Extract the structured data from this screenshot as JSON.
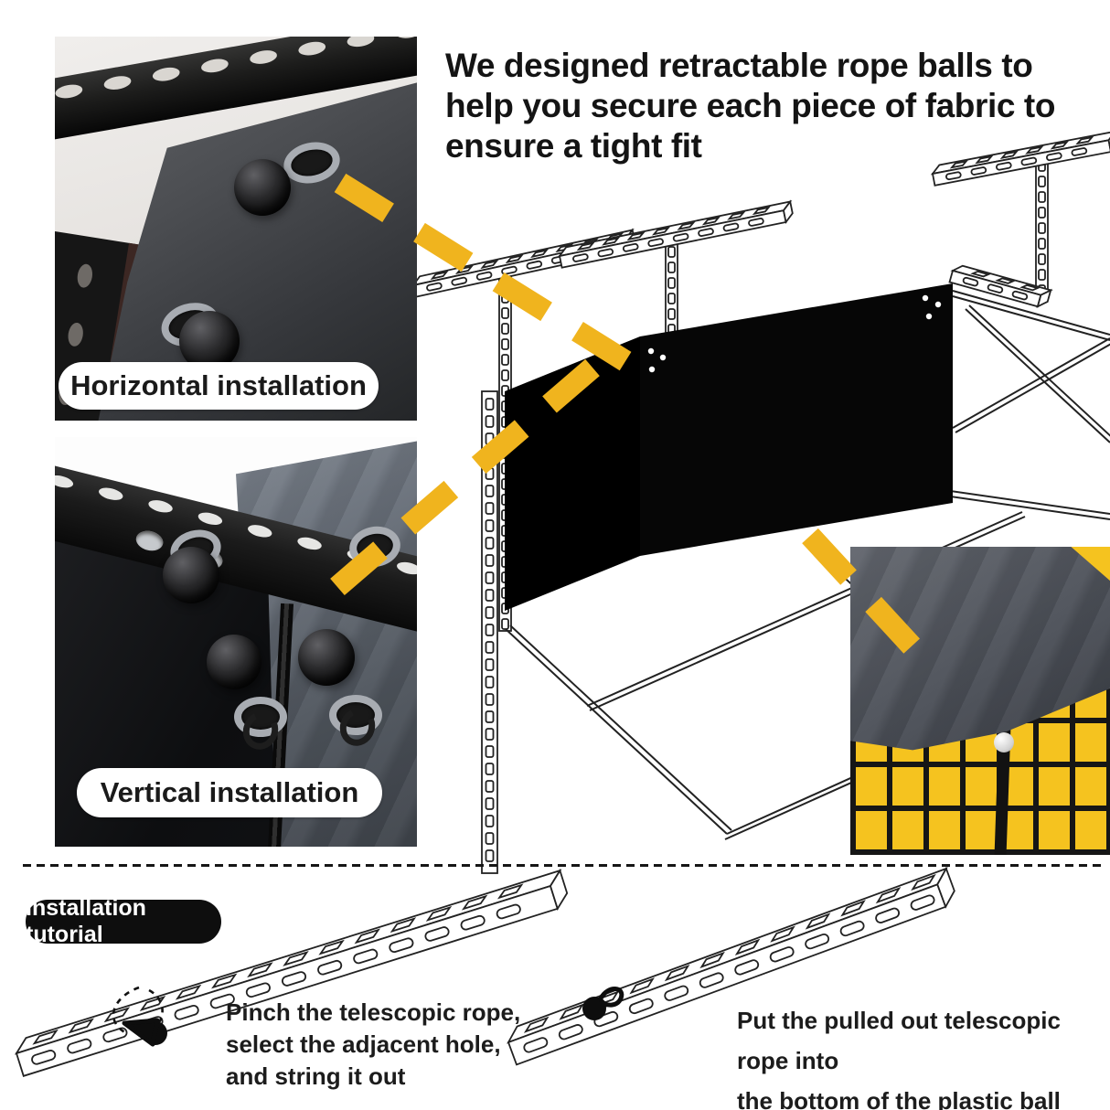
{
  "colors": {
    "accent_yellow": "#F0B41E",
    "ink": "#141414",
    "panel_black": "#060606",
    "photo3_yellow": "#F5C31F"
  },
  "heading": {
    "lines": [
      "We designed retractable rope balls to",
      "help you secure each piece of fabric to",
      "ensure a tight fit"
    ]
  },
  "photos": {
    "horizontal": {
      "label": "Horizontal installation"
    },
    "vertical": {
      "label": "Vertical installation"
    }
  },
  "tutorial": {
    "badge": "Installation tutorial",
    "steps": [
      {
        "lines": [
          "Pinch the telescopic rope,",
          "select the adjacent hole,",
          "and string it out"
        ]
      },
      {
        "lines": [
          "Put the pulled out telescopic rope into",
          "the bottom of the plastic ball"
        ]
      }
    ]
  }
}
